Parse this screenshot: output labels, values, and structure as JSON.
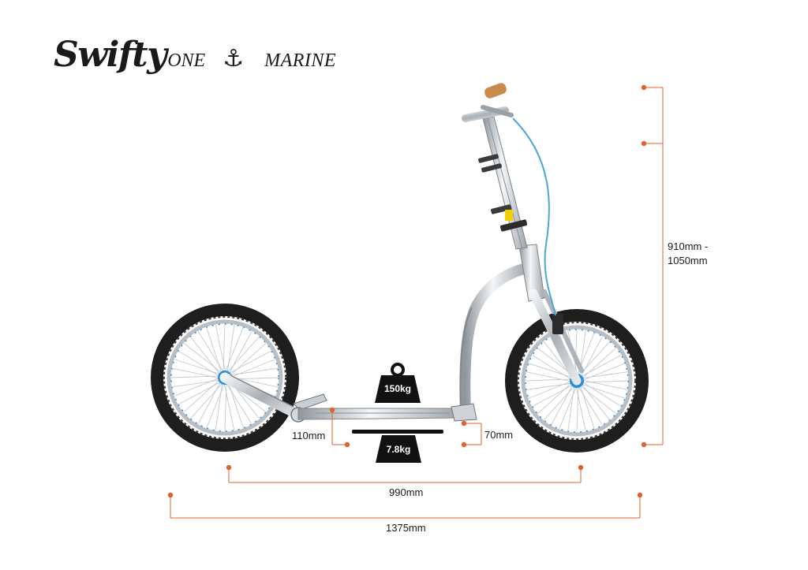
{
  "brand": {
    "name": "Swifty",
    "model": "ONE",
    "symbol": "⚓",
    "edition": "MARINE"
  },
  "dimensions": {
    "height_range": "910mm -\n1050mm",
    "height_line1": "910mm -",
    "height_line2": "1050mm",
    "wheelbase": "990mm",
    "total_length": "1375mm",
    "rear_clearance": "110mm",
    "front_clearance": "70mm"
  },
  "weights": {
    "max_load": "150kg",
    "own_weight": "7.8kg"
  },
  "colors": {
    "dimension_line": "#e0622e",
    "text": "#1a1a1a",
    "tire": "#1e1e1e",
    "rim": "#9aa3ab",
    "spoke_nipple": "#2a8fd6",
    "frame": "#bfc4c9",
    "cable": "#4aa7d8",
    "grip": "#c98a4b",
    "weight_icon": "#111111"
  },
  "icons": {
    "weight_top": "weight-icon",
    "weight_bottom": "scale-icon",
    "anchor": "anchor-icon"
  }
}
